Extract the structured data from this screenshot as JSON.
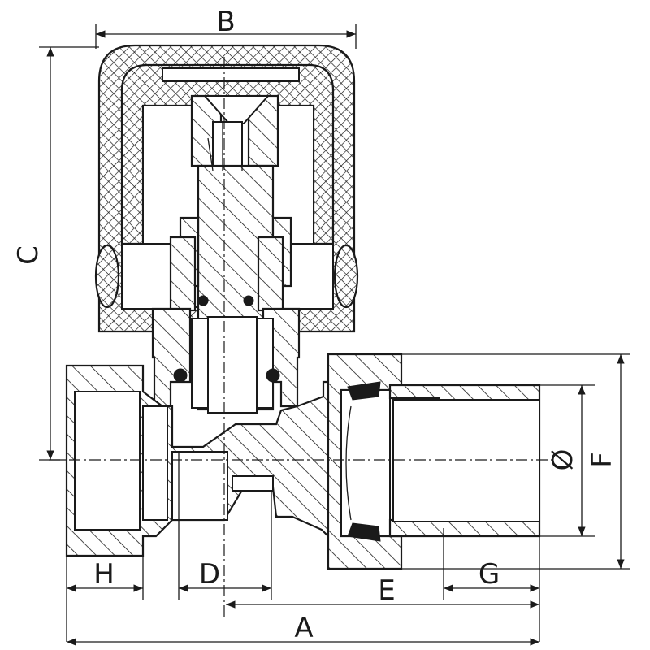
{
  "dimensions": {
    "A": "A",
    "B": "B",
    "C": "C",
    "D": "D",
    "E": "E",
    "F": "F",
    "G": "G",
    "H": "H",
    "diameter": "Ø"
  }
}
